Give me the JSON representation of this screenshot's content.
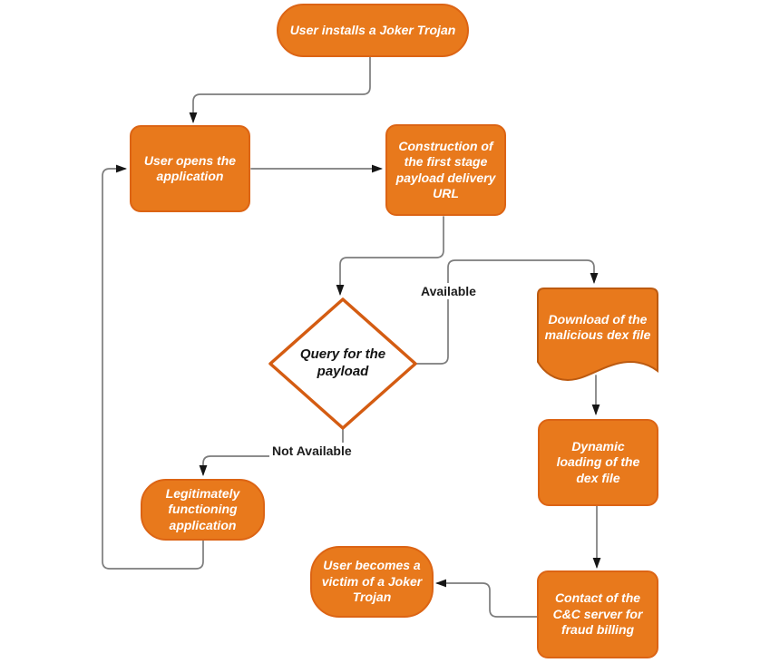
{
  "colors": {
    "node_fill": "#E8791C",
    "node_border": "#DC6414",
    "node_text": "#FFFFFF",
    "decision_fill": "#FFFFFF",
    "decision_border": "#D45C12",
    "decision_text": "#141414",
    "document_border": "#BC5A10",
    "connector_line": "#7C7C7C",
    "arrowhead": "#161616",
    "edge_label_text": "#1C1C1C",
    "background": "#FFFFFF"
  },
  "nodes": {
    "install": {
      "shape": "terminator",
      "label": "User installs a Joker Trojan"
    },
    "open_app": {
      "shape": "process",
      "label": "User opens the\napplication"
    },
    "construct_url": {
      "shape": "process",
      "label": "Construction of\nthe first stage\npayload delivery\nURL"
    },
    "query_payload": {
      "shape": "decision",
      "label": "Query for the\npayload"
    },
    "download_dex": {
      "shape": "document",
      "label": "Download of the\nmalicious dex file"
    },
    "dynamic_loading": {
      "shape": "process",
      "label": "Dynamic\nloading of the\ndex file"
    },
    "contact_cc": {
      "shape": "process",
      "label": "Contact of the\nC&C server for\nfraud billing"
    },
    "victim": {
      "shape": "terminator",
      "label": "User becomes a\nvictim of a Joker\nTrojan"
    },
    "legit_app": {
      "shape": "terminator",
      "label": "Legitimately\nfunctioning\napplication"
    }
  },
  "edge_labels": {
    "available": "Available",
    "not_available": "Not Available"
  }
}
